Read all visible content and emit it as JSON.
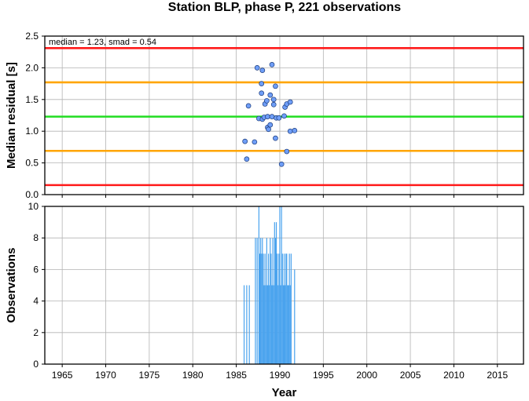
{
  "chart_data": [
    {
      "type": "scatter",
      "title": "Station BLP, phase P, 221 observations",
      "ylabel": "Median residual [s]",
      "annotation": "median = 1.23, smad = 0.54",
      "xlim": [
        1963,
        2018
      ],
      "ylim": [
        0,
        2.5
      ],
      "yticks": [
        "0.0",
        "0.5",
        "1.0",
        "1.5",
        "2.0",
        "2.5"
      ],
      "grid": true,
      "reference_lines": [
        {
          "y": 2.31,
          "color": "#ff1a1a"
        },
        {
          "y": 1.77,
          "color": "#ffa500"
        },
        {
          "y": 1.23,
          "color": "#22dd22"
        },
        {
          "y": 0.69,
          "color": "#ffa500"
        },
        {
          "y": 0.15,
          "color": "#ff1a1a"
        }
      ],
      "point_color": "#6f9ef7",
      "points": [
        [
          1986.0,
          0.84
        ],
        [
          1986.2,
          0.56
        ],
        [
          1986.4,
          1.4
        ],
        [
          1987.1,
          0.83
        ],
        [
          1987.4,
          2.0
        ],
        [
          1987.6,
          1.2
        ],
        [
          1987.9,
          1.75
        ],
        [
          1987.9,
          1.6
        ],
        [
          1988.0,
          1.96
        ],
        [
          1988.0,
          1.19
        ],
        [
          1988.2,
          1.22
        ],
        [
          1988.3,
          1.43
        ],
        [
          1988.5,
          1.48
        ],
        [
          1988.6,
          1.23
        ],
        [
          1988.6,
          1.06
        ],
        [
          1988.7,
          1.03
        ],
        [
          1988.9,
          1.57
        ],
        [
          1988.9,
          1.1
        ],
        [
          1989.1,
          2.05
        ],
        [
          1989.1,
          1.23
        ],
        [
          1989.3,
          1.5
        ],
        [
          1989.3,
          1.42
        ],
        [
          1989.5,
          1.71
        ],
        [
          1989.5,
          0.89
        ],
        [
          1989.6,
          1.21
        ],
        [
          1989.9,
          1.21
        ],
        [
          1990.2,
          0.48
        ],
        [
          1990.5,
          1.24
        ],
        [
          1990.6,
          1.38
        ],
        [
          1990.8,
          1.43
        ],
        [
          1990.8,
          0.68
        ],
        [
          1991.2,
          1.46
        ],
        [
          1991.2,
          1.0
        ],
        [
          1991.7,
          1.01
        ]
      ]
    },
    {
      "type": "bar",
      "xlabel": "Year",
      "ylabel": "Observations",
      "xlim": [
        1963,
        2018
      ],
      "ylim": [
        0,
        10
      ],
      "xticks": [
        "1965",
        "1970",
        "1975",
        "1980",
        "1985",
        "1990",
        "1995",
        "2000",
        "2005",
        "2010",
        "2015"
      ],
      "yticks": [
        "0",
        "2",
        "4",
        "6",
        "8",
        "10"
      ],
      "grid": true,
      "bar_color": "#4aa3ee",
      "bars": [
        [
          1985.9,
          5
        ],
        [
          1986.2,
          5
        ],
        [
          1986.5,
          5
        ],
        [
          1987.2,
          8
        ],
        [
          1987.4,
          8
        ],
        [
          1987.6,
          10
        ],
        [
          1987.7,
          7
        ],
        [
          1987.8,
          8
        ],
        [
          1987.9,
          7
        ],
        [
          1988.0,
          8
        ],
        [
          1988.1,
          7
        ],
        [
          1988.2,
          5
        ],
        [
          1988.3,
          7
        ],
        [
          1988.4,
          5
        ],
        [
          1988.5,
          8
        ],
        [
          1988.6,
          5
        ],
        [
          1988.7,
          7
        ],
        [
          1988.8,
          5
        ],
        [
          1988.9,
          8
        ],
        [
          1989.0,
          7
        ],
        [
          1989.1,
          5
        ],
        [
          1989.2,
          8
        ],
        [
          1989.3,
          5
        ],
        [
          1989.4,
          9
        ],
        [
          1989.5,
          8
        ],
        [
          1989.6,
          9
        ],
        [
          1989.7,
          7
        ],
        [
          1989.8,
          5
        ],
        [
          1989.9,
          7
        ],
        [
          1990.0,
          10
        ],
        [
          1990.1,
          5
        ],
        [
          1990.2,
          10
        ],
        [
          1990.3,
          7
        ],
        [
          1990.4,
          5
        ],
        [
          1990.5,
          7
        ],
        [
          1990.6,
          5
        ],
        [
          1990.7,
          7
        ],
        [
          1990.8,
          7
        ],
        [
          1990.9,
          5
        ],
        [
          1991.0,
          5
        ],
        [
          1991.1,
          7
        ],
        [
          1991.2,
          5
        ],
        [
          1991.3,
          7
        ],
        [
          1991.7,
          6
        ]
      ]
    }
  ]
}
